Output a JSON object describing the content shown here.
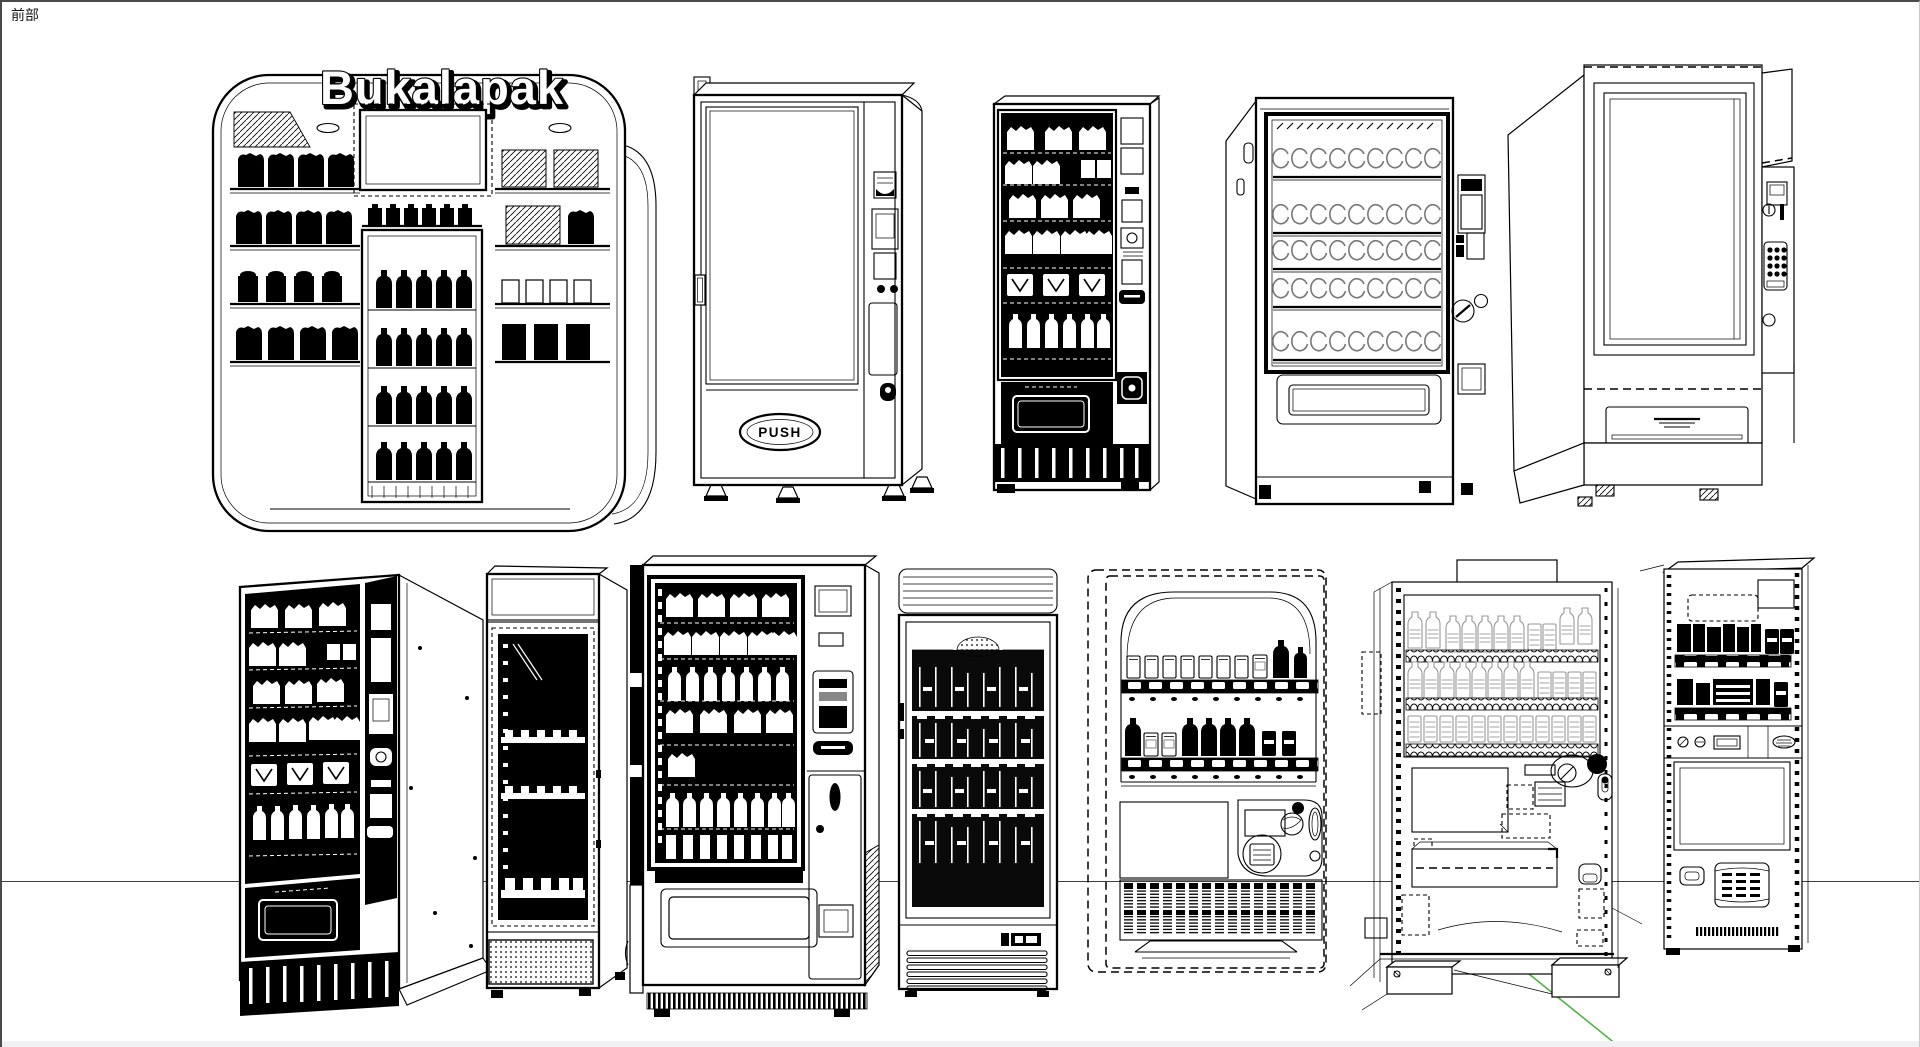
{
  "view": {
    "label": "前部"
  },
  "scene": {
    "background_color": "#ffffff",
    "frame_border_color": "#4a4a4a",
    "ground_line_color": "#3f3f3f",
    "axis_green_color": "#56b14a",
    "bottom_strip_color": "#f1f0f2",
    "line_art_color": "#000000"
  },
  "machines": {
    "bukalapak_kiosk": {
      "logo": "Bukalapak"
    },
    "push_cabinet": {
      "button_label": "PUSH"
    }
  }
}
